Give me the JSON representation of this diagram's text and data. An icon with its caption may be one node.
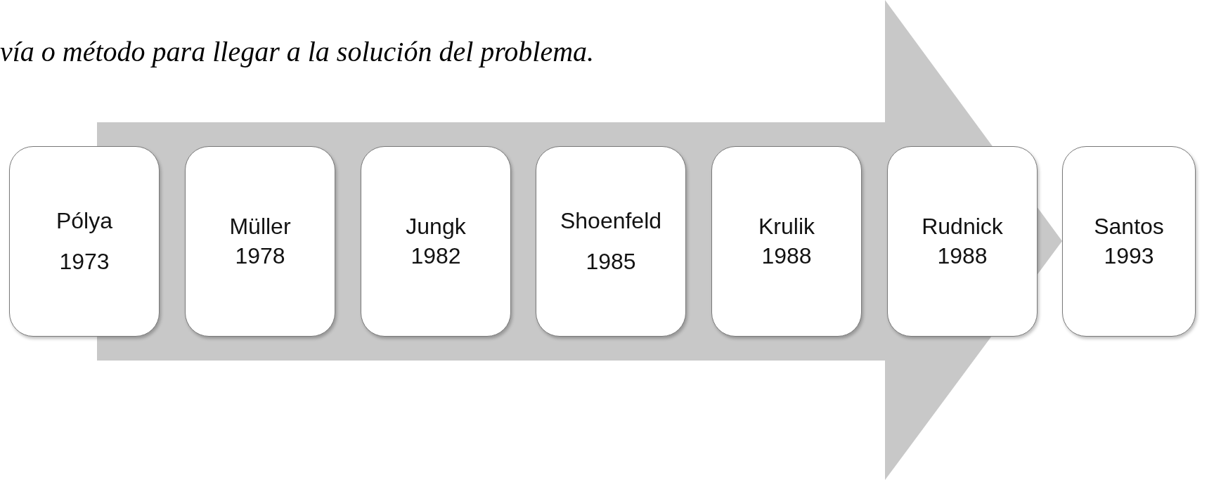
{
  "diagram": {
    "nodes": [
      {
        "text": [
          "Pólya",
          "1973"
        ]
      },
      {
        "text": [
          "Müller",
          "1978"
        ]
      },
      {
        "text": [
          "Jungk",
          "1982"
        ]
      },
      {
        "text": [
          "Shoenfeld",
          "1985"
        ]
      },
      {
        "text": [
          "Krulik",
          "1988"
        ]
      },
      {
        "text": [
          "Rudnick",
          "1988"
        ]
      },
      {
        "text": [
          "Santos",
          "1993"
        ]
      }
    ],
    "edges": [
      {
        "from": 0,
        "to": 6,
        "arrow": "to"
      }
    ],
    "labels": [
      "vía o método para llegar a la solución del problema."
    ]
  }
}
